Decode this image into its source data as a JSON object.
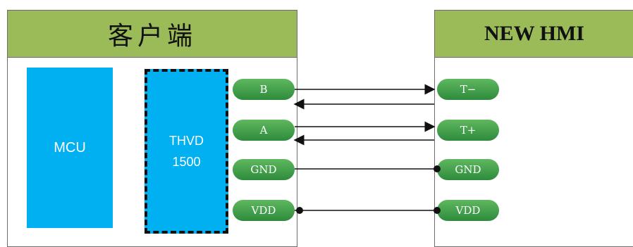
{
  "customer": {
    "title": "客户端",
    "mcu": "MCU",
    "chip_line1": "THVD",
    "chip_line2": "1500"
  },
  "hmi": {
    "title": "NEW HMI"
  },
  "left_pins": [
    "B",
    "A",
    "GND",
    "VDD"
  ],
  "right_pins": [
    "T−",
    "T+",
    "GND",
    "VDD"
  ],
  "colors": {
    "header": "#9bbb59",
    "block": "#00b0f0",
    "pill": "#2e8b3c"
  }
}
